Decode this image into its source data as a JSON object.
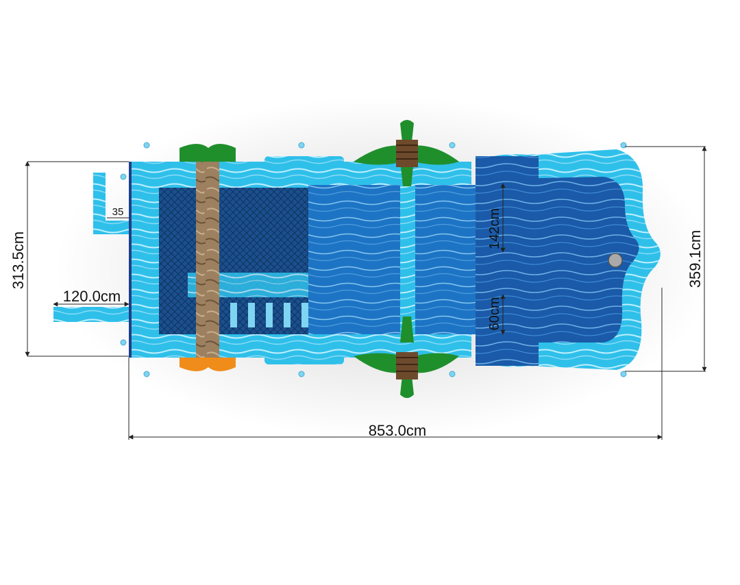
{
  "dimensions": {
    "total_length": "853.0cm",
    "left_width": "313.5cm",
    "right_width": "359.1cm",
    "entrance_length": "120.0cm",
    "entrance_step": "35",
    "slide_height": "142cm",
    "platform_height": "60cm"
  },
  "colors": {
    "light_blue": "#2fc0ea",
    "mid_blue": "#1e74c4",
    "dark_blue": "#15509c",
    "pool_blue": "#1a5aa8",
    "palm_green": "#1f8f2c",
    "trunk_brown": "#6e4a2c",
    "orange": "#f08c1a",
    "rock": "#9c8060",
    "dim_line": "#222222"
  }
}
